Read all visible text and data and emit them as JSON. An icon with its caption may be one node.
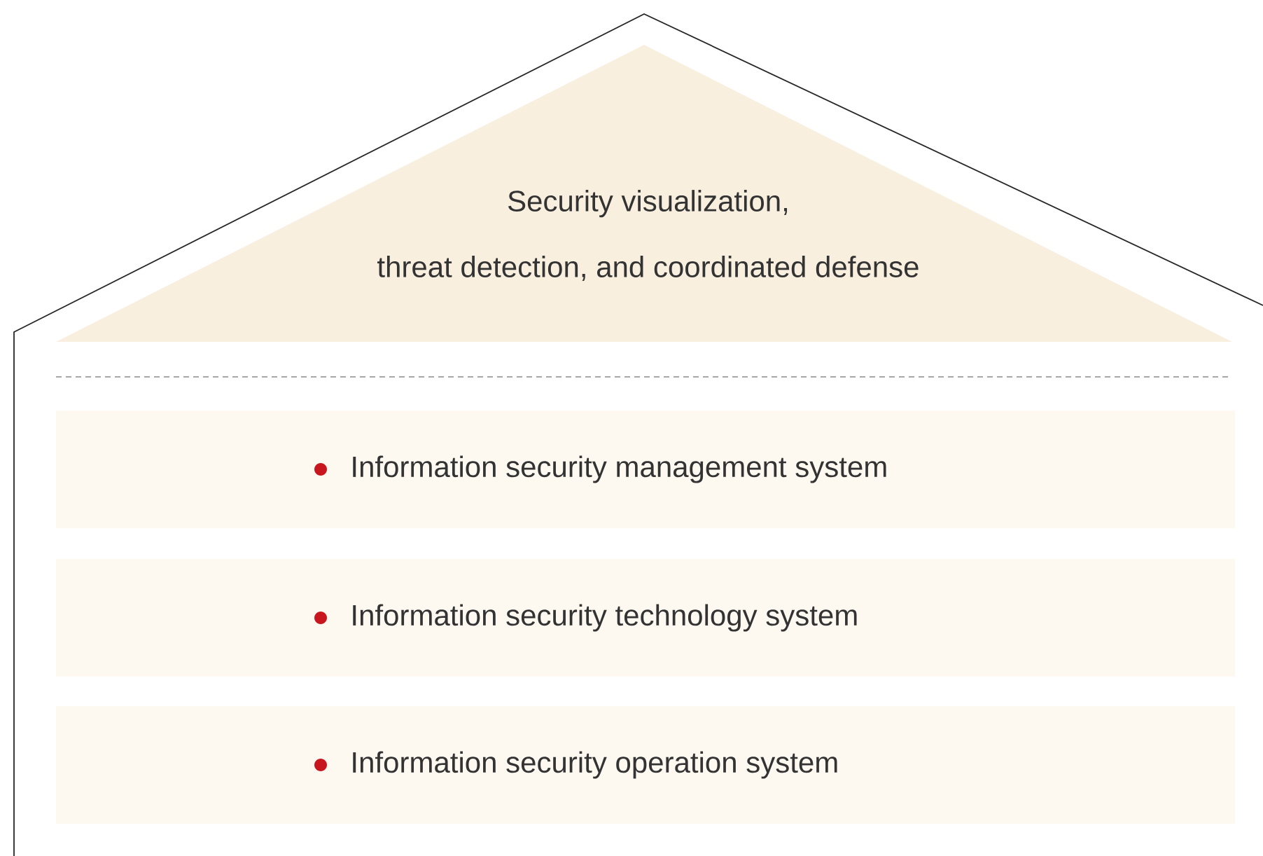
{
  "diagram": {
    "nodes": [
      {
        "text": [
          "Security visualization,",
          "threat detection, and coordinated defense"
        ]
      },
      {
        "text": [
          "Information security management system"
        ]
      },
      {
        "text": [
          "Information security technology system"
        ]
      },
      {
        "text": [
          "Information security operation system"
        ]
      }
    ]
  }
}
